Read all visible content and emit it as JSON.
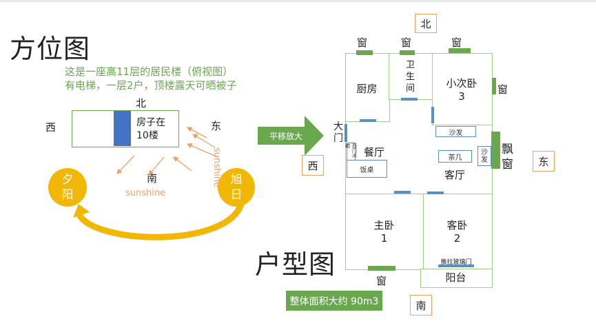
{
  "left": {
    "title": "方位图",
    "note_line1": "这是一座高11层的居民楼（俯视图）",
    "note_line2": "有电梯，一层2户，顶楼露天可晒被子",
    "north": "北",
    "south": "南",
    "east": "东",
    "west": "西",
    "house_label_line1": "房子在",
    "house_label_line2": "10楼",
    "sun_set_line1": "夕",
    "sun_set_line2": "阳",
    "sun_rise_line1": "旭",
    "sun_rise_line2": "日",
    "sunshine_bottom": "sunshine",
    "sunshine_right": "sunshine"
  },
  "middle": {
    "enlarge_label": "平移放大"
  },
  "right": {
    "title": "户型图",
    "north": "北",
    "south": "南",
    "east": "东",
    "west": "西",
    "window": "窗",
    "bay_window_line1": "飘",
    "bay_window_line2": "窗",
    "main_door_line1": "大",
    "main_door_line2": "门",
    "kitchen": "厨房",
    "bathroom_line1": "卫",
    "bathroom_line2": "生",
    "bathroom_line3": "间",
    "small_bedroom_line1": "小次卧",
    "small_bedroom_line2": "3",
    "dining": "餐厅",
    "living": "客厅",
    "master_line1": "主卧",
    "master_line2": "1",
    "guest_line1": "客卧",
    "guest_line2": "2",
    "balcony": "阳台",
    "sofa": "沙发",
    "sofa_side_line1": "沙",
    "sofa_side_line2": "发",
    "tea_table": "茶几",
    "dining_table": "饭桌",
    "fridge": "西门冰箱",
    "sliding_door": "推拉玻璃门",
    "area_text": "整体面积大约 90m3"
  },
  "colors": {
    "green": "#6aa84f",
    "blue": "#4472c4",
    "sun": "#f2b705",
    "orange": "#f0a060"
  }
}
